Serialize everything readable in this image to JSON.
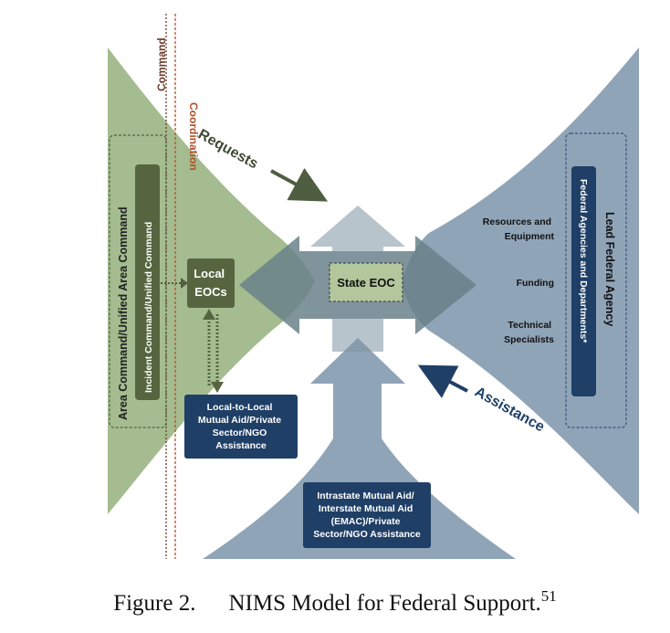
{
  "diagram": {
    "command_label": "Command",
    "coordination_label": "Coordination",
    "area_command": "Area Command/Unified Area Command",
    "incident_command": "Incident Command/Unified Command",
    "local_eocs": [
      "Local",
      "EOCs"
    ],
    "state_eoc": "State EOC",
    "requests": "Requests",
    "assistance": "Assistance",
    "resources": [
      "Resources and",
      "Equipment"
    ],
    "funding": "Funding",
    "technical": [
      "Technical",
      "Specialists"
    ],
    "lead_federal_agency": "Lead Federal Agency",
    "federal_agencies": "Federal Agencies and Departments*",
    "local_mutual_aid": [
      "Local-to-Local",
      "Mutual Aid/Private",
      "Sector/NGO",
      "Assistance"
    ],
    "intrastate_mutual_aid": [
      "Intrastate Mutual Aid/",
      "Interstate Mutual Aid",
      "(EMAC)/Private",
      "Sector/NGO Assistance"
    ]
  },
  "caption": {
    "figure_number": "Figure 2.",
    "title": "NIMS Model for Federal Support.",
    "footnote": "51"
  },
  "colors": {
    "green": "#9fb889",
    "green_dark": "#5b6b49",
    "blue": "#8fa3b7",
    "blue_dark": "#23405f",
    "navy": "#1f3f66",
    "coordination_red": "#b0502a",
    "command_dark": "#6b3a2a"
  }
}
